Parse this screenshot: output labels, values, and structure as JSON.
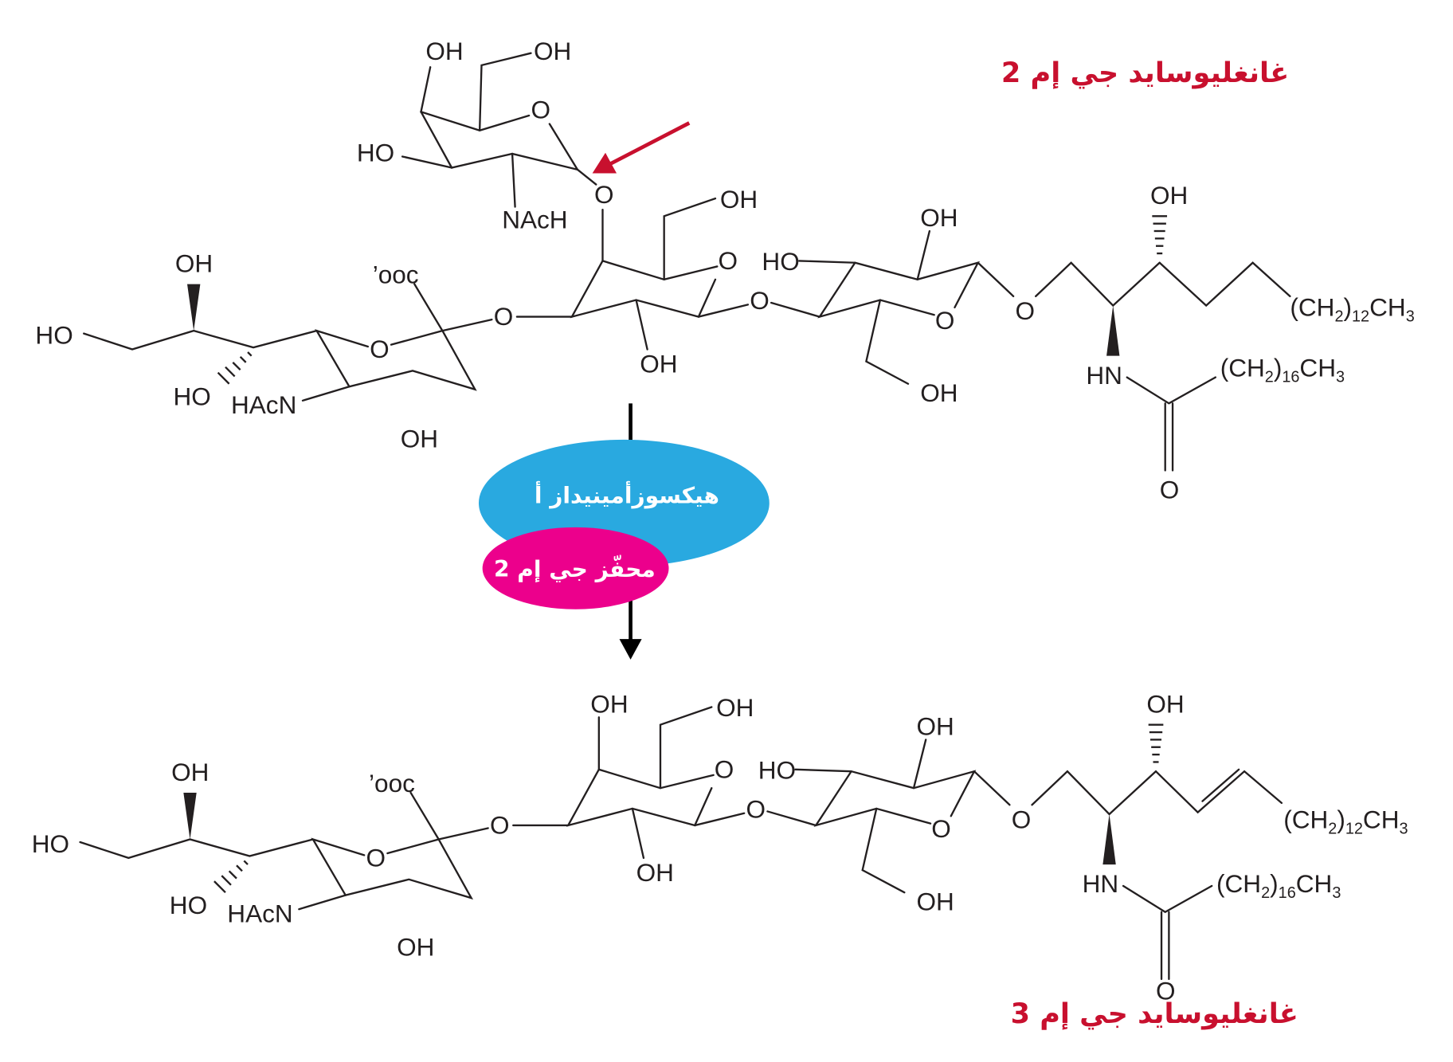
{
  "titles": {
    "substrate": "غانغليوسايد جي إم 2",
    "product": "غانغليوسايد جي إم 3"
  },
  "enzyme": {
    "name": "هيكسوزأمينيداز أ",
    "activator": "محفّز جي إم 2"
  },
  "colors": {
    "title": "#c8102e",
    "enzyme": "#29a9e0",
    "activator": "#ec008c",
    "bond": "#231f20"
  },
  "atoms": {
    "oh": "OH",
    "ho": "HO",
    "o": "O",
    "hn": "HN",
    "nach": "NAcH",
    "hacn": "HAcN",
    "ooc": "’ooc"
  },
  "formulas": {
    "tail12": {
      "a": "(CH",
      "b": "2",
      "c": ")",
      "d": "12",
      "e": "CH",
      "f": "3"
    },
    "tail16": {
      "a": "(CH",
      "b": "2",
      "c": ")",
      "d": "16",
      "e": "CH",
      "f": "3"
    }
  }
}
